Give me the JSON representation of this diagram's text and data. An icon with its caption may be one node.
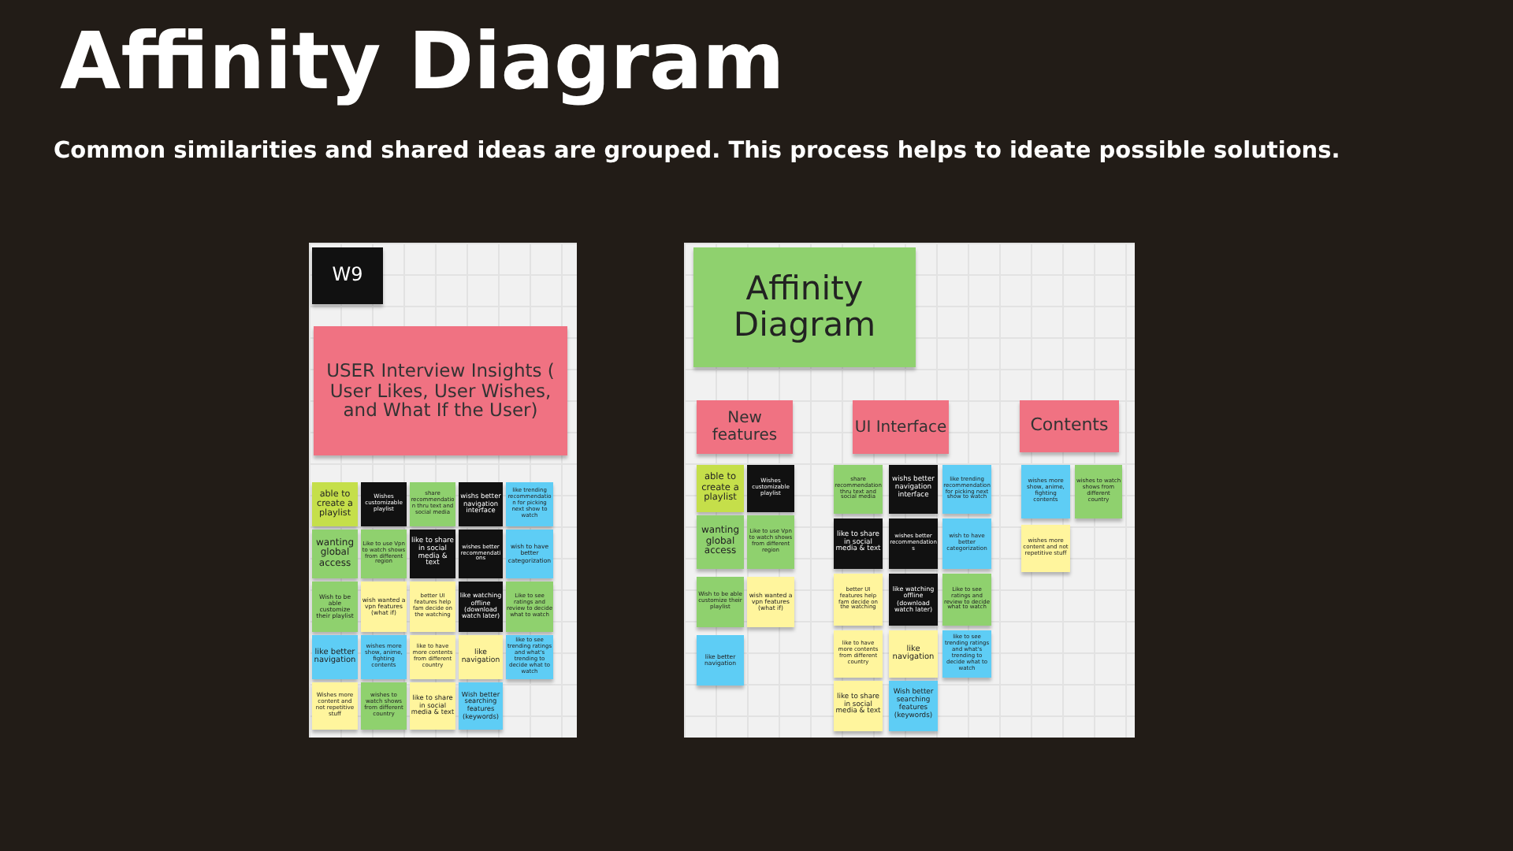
{
  "diagram": {
    "title": "Affinity Diagram",
    "nodes": [
      {
        "text": [
          "W9"
        ]
      },
      {
        "text": [
          "USER Interview Insights ( User Likes, User Wishes, and What If the User)"
        ]
      },
      {
        "text": [
          "able to create a playlist"
        ]
      },
      {
        "text": [
          "Wishes customizable playlist"
        ]
      },
      {
        "text": [
          "share recommendation thru text and social media"
        ]
      },
      {
        "text": [
          "wishs better navigation interface"
        ]
      },
      {
        "text": [
          "like trending recommendation for picking next show to watch"
        ]
      },
      {
        "text": [
          "wanting global access"
        ]
      },
      {
        "text": [
          "Like to use Vpn to watch shows from different region"
        ]
      },
      {
        "text": [
          "like to share in social media & text"
        ]
      },
      {
        "text": [
          "wishes better recommendations"
        ]
      },
      {
        "text": [
          "wish to have better categorization"
        ]
      },
      {
        "text": [
          "Wish to be able customize their playlist"
        ]
      },
      {
        "text": [
          "wish wanted a vpn features (what if)"
        ]
      },
      {
        "text": [
          "better UI features help fam decide on the watching"
        ]
      },
      {
        "text": [
          "like watching offline (download watch later)"
        ]
      },
      {
        "text": [
          "Like to see ratings and review to decide what to watch"
        ]
      },
      {
        "text": [
          "like better navigation"
        ]
      },
      {
        "text": [
          "wishes more show, anime, fighting contents"
        ]
      },
      {
        "text": [
          "like to have more contents from different country"
        ]
      },
      {
        "text": [
          "like navigation"
        ]
      },
      {
        "text": [
          "like to see trending ratings and what's trending to decide what to watch"
        ]
      },
      {
        "text": [
          "Wishes more content and not repetitive stuff"
        ]
      },
      {
        "text": [
          "wishes to watch shows from different country"
        ]
      },
      {
        "text": [
          "like to share in social media & text"
        ]
      },
      {
        "text": [
          "Wish better searching features (keywords)"
        ]
      },
      {
        "text": [
          "Affinity Diagram"
        ]
      },
      {
        "text": [
          "New features"
        ]
      },
      {
        "text": [
          "UI Interface"
        ]
      },
      {
        "text": [
          "Contents"
        ]
      },
      {
        "text": [
          "able to create a playlist"
        ]
      },
      {
        "text": [
          "Wishes customizable playlist"
        ]
      },
      {
        "text": [
          "wanting global access"
        ]
      },
      {
        "text": [
          "Like to use Vpn to watch shows from different region"
        ]
      },
      {
        "text": [
          "Wish to be able customize their playlist"
        ]
      },
      {
        "text": [
          "wish wanted a vpn features (what if)"
        ]
      },
      {
        "text": [
          "like better navigation"
        ]
      },
      {
        "text": [
          "share recommendation thru text and social media"
        ]
      },
      {
        "text": [
          "wishs better navigation interface"
        ]
      },
      {
        "text": [
          "like trending recommendation for picking next show to watch"
        ]
      },
      {
        "text": [
          "like to share in social media & text"
        ]
      },
      {
        "text": [
          "wishes better recommendations"
        ]
      },
      {
        "text": [
          "wish to have better categorization"
        ]
      },
      {
        "text": [
          "better UI features help fam decide on the watching"
        ]
      },
      {
        "text": [
          "like watching offline (download watch later)"
        ]
      },
      {
        "text": [
          "Like to see ratings and review to decide what to watch"
        ]
      },
      {
        "text": [
          "like to have more contents from different country"
        ]
      },
      {
        "text": [
          "like navigation"
        ]
      },
      {
        "text": [
          "like to see trending ratings and what's trending to decide what to watch"
        ]
      },
      {
        "text": [
          "like to share in social media & text"
        ]
      },
      {
        "text": [
          "Wish better searching features (keywords)"
        ]
      },
      {
        "text": [
          "wishes more show, anime, fighting contents"
        ]
      },
      {
        "text": [
          "wishes to watch shows from different country"
        ]
      },
      {
        "text": [
          "wishes more content and not repetitive stuff"
        ]
      }
    ],
    "edges": [],
    "labels": [
      "Common similarities and shared ideas are grouped. This process helps to ideate possible solutions."
    ]
  }
}
